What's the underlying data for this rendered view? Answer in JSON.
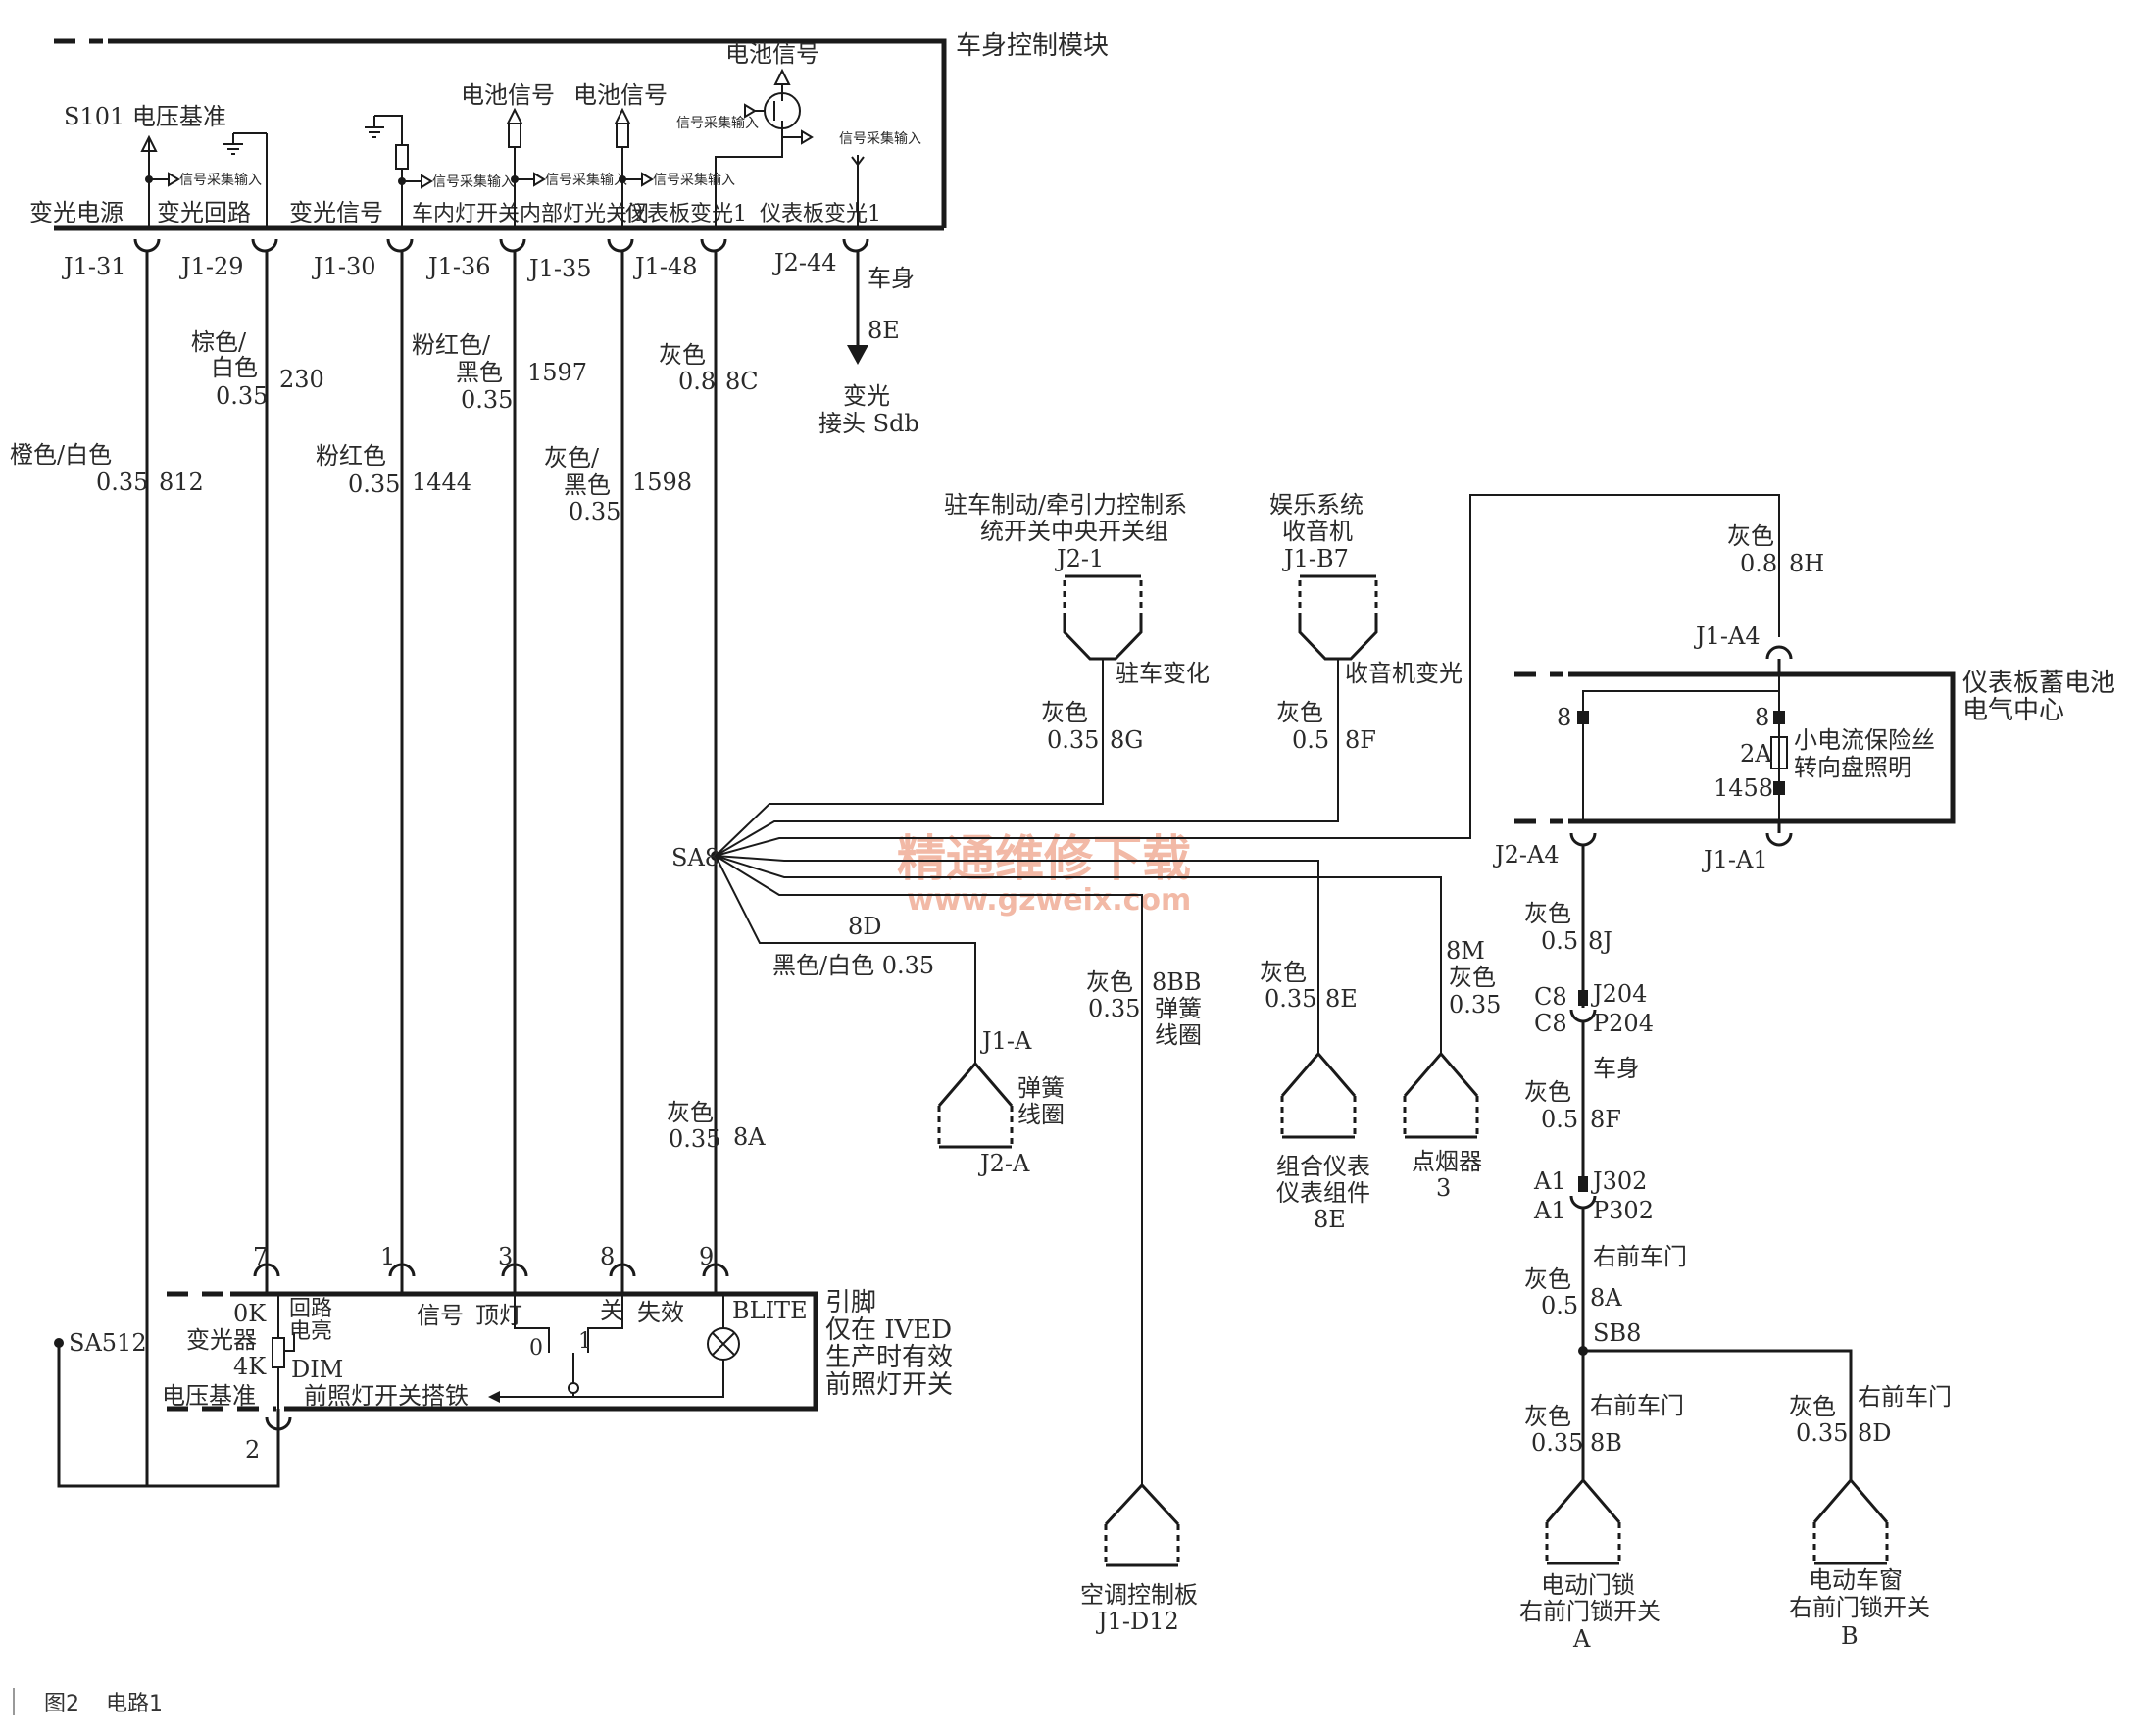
{
  "watermark": {
    "line1": "精通维修下载",
    "line2": "www.gzweix.com"
  },
  "caption": {
    "figure": "图2",
    "title": "电路1"
  },
  "bcm": {
    "title": "车身控制模块",
    "pin_functions": [
      "变光电源",
      "变光回路",
      "变光信号",
      "车内灯开关",
      "内部灯光关闭",
      "仪表板变光1",
      "仪表板变光1"
    ],
    "signal_input": "信号采集输入",
    "battery_signal": "电池信号",
    "s101": "S101 电压基准"
  },
  "bcm_connectors": [
    "J1-31",
    "J1-29",
    "J1-30",
    "J1-36",
    "J1-35",
    "J1-48",
    "J2-44"
  ],
  "body_ground": {
    "label1": "车身",
    "circuit": "8E",
    "label2": "变光",
    "label3": "接头 Sdb"
  },
  "wires": {
    "w812": {
      "color": "橙色/白色",
      "gauge": "0.35",
      "circuit": "812"
    },
    "w230": {
      "color1": "棕色/",
      "color2": "白色",
      "gauge": "0.35",
      "circuit": "230"
    },
    "w1444": {
      "color": "粉红色",
      "gauge": "0.35",
      "circuit": "1444"
    },
    "w1597": {
      "color1": "粉红色/",
      "color2": "黑色",
      "gauge": "0.35",
      "circuit": "1597"
    },
    "w1598": {
      "color1": "灰色/",
      "color2": "黑色",
      "gauge": "0.35",
      "circuit": "1598"
    },
    "w8C": {
      "color": "灰色",
      "gauge": "0.8",
      "circuit": "8C"
    },
    "w8A": {
      "color": "灰色",
      "gauge": "0.35",
      "circuit": "8A"
    },
    "w8G": {
      "color": "灰色",
      "gauge": "0.35",
      "circuit": "8G"
    },
    "w8F": {
      "color": "灰色",
      "gauge": "0.5",
      "circuit": "8F"
    },
    "w8D": {
      "circuit": "8D",
      "color": "黑色/白色 0.35"
    },
    "w8BB": {
      "color": "灰色",
      "gauge": "0.35",
      "circuit": "8BB",
      "note1": "弹簧",
      "note2": "线圈"
    },
    "w8E": {
      "color": "灰色",
      "gauge": "0.35",
      "circuit": "8E"
    },
    "w8M": {
      "circuit": "8M",
      "color": "灰色",
      "gauge": "0.35"
    },
    "w8H": {
      "color": "灰色",
      "gauge": "0.8",
      "circuit": "8H"
    },
    "w8J": {
      "color": "灰色",
      "gauge": "0.5",
      "circuit": "8J"
    },
    "w8F2": {
      "color": "灰色",
      "gauge": "0.5",
      "circuit": "8F",
      "note": "车身"
    },
    "w8A2": {
      "color": "灰色",
      "gauge": "0.5",
      "circuit": "8A",
      "note": "右前车门"
    },
    "w8B": {
      "color": "灰色",
      "gauge": "0.35",
      "circuit": "8B",
      "note": "右前车门"
    },
    "w8D2": {
      "color": "灰色",
      "gauge": "0.35",
      "circuit": "8D",
      "note": "右前车门"
    }
  },
  "splices": {
    "sa8": "SA8",
    "sa512": "SA512",
    "sb8": "SB8"
  },
  "parking": {
    "title1": "驻车制动/牵引力控制系",
    "title2": "统开关中央开关组",
    "connector": "J2-1",
    "note": "驻车变化"
  },
  "radio": {
    "title1": "娱乐系统",
    "title2": "收音机",
    "connector": "J1-B7",
    "note": "收音机变光"
  },
  "spring_coil": {
    "top": "J1-A",
    "label1": "弹簧",
    "label2": "线圈",
    "bottom": "J2-A"
  },
  "cluster": {
    "label1": "组合仪表",
    "label2": "仪表组件",
    "circuit": "8E"
  },
  "lighter": {
    "label": "点烟器",
    "pin": "3"
  },
  "hvac": {
    "label": "空调控制板",
    "connector": "J1-D12"
  },
  "ipbec": {
    "title1": "仪表板蓄电池",
    "title2": "电气中心",
    "fuse_rating": "2A",
    "fuse_label1": "小电流保险丝",
    "fuse_label2": "转向盘照明",
    "pin_left": "8",
    "pin_right": "8",
    "pin_bottom": "1458",
    "conn_top": "J1-A4",
    "conn_bl": "J2-A4",
    "conn_br": "J1-A1"
  },
  "inline": {
    "c8a": "C8",
    "c8b": "C8",
    "j204": "J204",
    "p204": "P204",
    "a1a": "A1",
    "a1b": "A1",
    "j302": "J302",
    "p302": "P302"
  },
  "door_lock": {
    "label1": "电动门锁",
    "label2": "右前门锁开关",
    "pin": "A"
  },
  "window": {
    "label1": "电动车窗",
    "label2": "右前门锁开关",
    "pin": "B"
  },
  "headlamp_switch": {
    "pins": [
      "7",
      "1",
      "3",
      "8",
      "9",
      "2"
    ],
    "ok": "0K",
    "dimmer": "变光器",
    "fourk": "4K",
    "loop": "回路",
    "brightness": "电亮",
    "dim": "DIM",
    "signal": "信号",
    "dome": "顶灯",
    "off": "关",
    "disable": "失效",
    "blite": "BLITE",
    "zero": "0",
    "one": "1",
    "vref": "电压基准",
    "ground": "前照灯开关搭铁",
    "note1": "引脚",
    "note2": "仅在 IVED",
    "note3": "生产时有效",
    "note4": "前照灯开关"
  }
}
